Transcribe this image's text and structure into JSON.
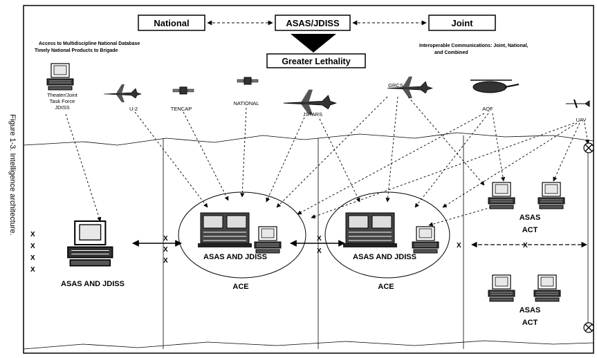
{
  "figure_caption": "Figure 1-3.  Intelligence architecture.",
  "header": {
    "national": "National",
    "asas_jdiss": "ASAS/JDISS",
    "joint": "Joint",
    "greater_lethality": "Greater Lethality"
  },
  "notes_left": [
    "Access to Multidiscipline National Database",
    "Timely National Products to Brigade"
  ],
  "notes_right": [
    "Interoperable Communications: Joint, National,",
    "and Combined"
  ],
  "systems": {
    "theater_joint": [
      "Theater/Joint",
      "Task Force",
      "JDISS"
    ],
    "u2": "U-2",
    "tencap": "TENCAP",
    "national": "NATIONAL",
    "jstars": "JSTARS",
    "grcs": "GRCS",
    "aqf": "AQF",
    "uav": "UAV"
  },
  "nodes": {
    "left_station": "ASAS AND JDISS",
    "ace1_station": "ASAS AND JDISS",
    "ace1_label": "ACE",
    "ace2_station": "ASAS AND JDISS",
    "ace2_label": "ACE",
    "act1_name": "ASAS",
    "act1_label": "ACT",
    "act2_name": "ASAS",
    "act2_label": "ACT"
  },
  "x_marks": [
    "X",
    "X",
    "X",
    "X",
    "X"
  ]
}
